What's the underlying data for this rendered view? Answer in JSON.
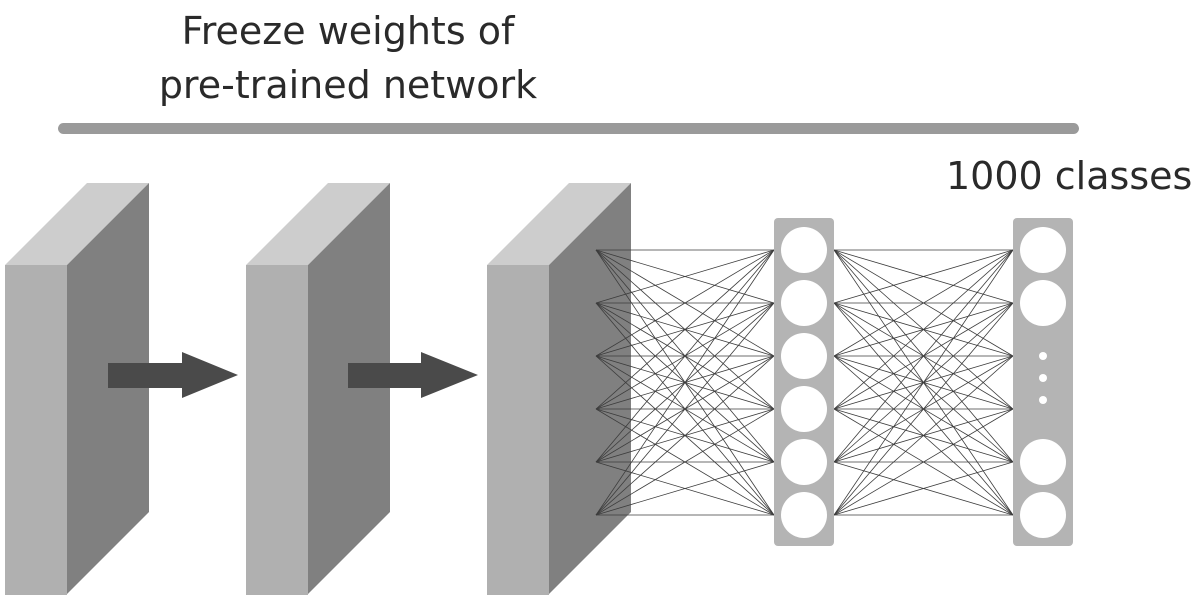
{
  "header": {
    "title_line1": "Freeze weights of",
    "title_line2": "pre-trained network"
  },
  "output": {
    "classes_label": "1000 classes"
  },
  "colors": {
    "block_front": "#b0b0b0",
    "block_top": "#cdcdcd",
    "block_side": "#808080",
    "arrow": "#4a4a4a",
    "layer_bg": "#b4b4b4",
    "node": "#ffffff",
    "connection": "#3c3c3c",
    "freeze_bar": "#9a9a9a"
  },
  "network": {
    "conv_blocks": 3,
    "hidden_nodes": 6,
    "output_nodes_visible": 4,
    "output_ellipsis_dots": 3
  }
}
